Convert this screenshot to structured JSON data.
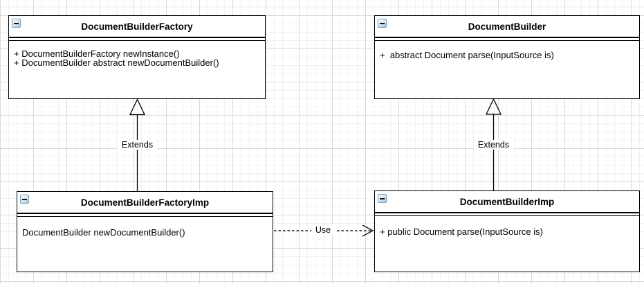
{
  "canvas": {
    "background_color": "#ffffff",
    "grid_minor_color": "#f4f0f1",
    "grid_major_color": "#d9d9d9"
  },
  "colors": {
    "box_border": "#000000",
    "box_fill": "#ffffff",
    "text": "#000000",
    "collapse_button_border": "#7e9cb4",
    "collapse_button_fill": "#a9c4d8"
  },
  "icons": {
    "collapse": "minus-icon"
  },
  "classes": [
    {
      "title": "DocumentBuilderFactory",
      "members": [
        "+ DocumentBuilderFactory newInstance()",
        "+ DocumentBuilder abstract newDocumentBuilder()"
      ]
    },
    {
      "title": "DocumentBuilder",
      "members": [
        "+  abstract Document parse(InputSource is)"
      ]
    },
    {
      "title": "DocumentBuilderFactoryImp",
      "members": [
        "DocumentBuilder newDocumentBuilder()"
      ]
    },
    {
      "title": "DocumentBuilderImp",
      "members": [
        "+ public Document parse(InputSource is)"
      ]
    }
  ],
  "relationships": [
    {
      "type": "generalization",
      "label": "Extends",
      "from": "DocumentBuilderFactoryImp",
      "to": "DocumentBuilderFactory"
    },
    {
      "type": "generalization",
      "label": "Extends",
      "from": "DocumentBuilderImp",
      "to": "DocumentBuilder"
    },
    {
      "type": "dependency",
      "label": "Use",
      "from": "DocumentBuilderFactoryImp",
      "to": "DocumentBuilderImp"
    }
  ]
}
